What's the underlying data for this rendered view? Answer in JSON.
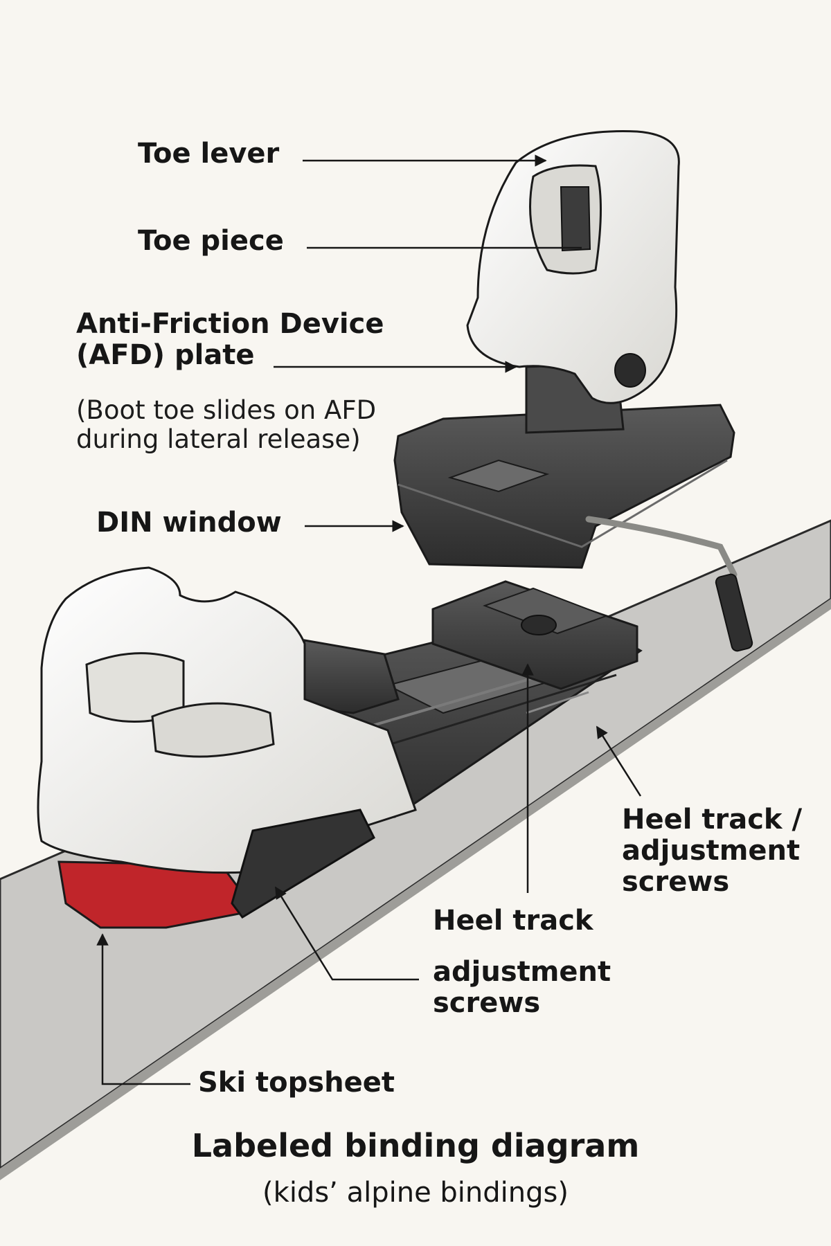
{
  "labels": {
    "toe_lever": "Toe lever",
    "toe_piece": "Toe piece",
    "afd_line1": "Anti-Friction Device",
    "afd_line2": "(AFD) plate",
    "afd_note_line1": "(Boot toe slides on AFD",
    "afd_note_line2": "during lateral release)",
    "din_window": "DIN window",
    "heel_track_right_line1": "Heel track /",
    "heel_track_right_line2": "adjustment",
    "heel_track_right_line3": "screws",
    "heel_track": "Heel track",
    "adjustment_screws_line1": "adjustment",
    "adjustment_screws_line2": "screws",
    "ski_topsheet": "Ski topsheet"
  },
  "caption": {
    "title": "Labeled binding diagram",
    "subtitle": "(kids’ alpine bindings)"
  },
  "colors": {
    "background": "#f8f6f1",
    "ski": "#c9c8c5",
    "plastic_white": "#f1f0ec",
    "plastic_dark": "#3a3a3a",
    "brake_red": "#c0252a",
    "text": "#161616"
  }
}
